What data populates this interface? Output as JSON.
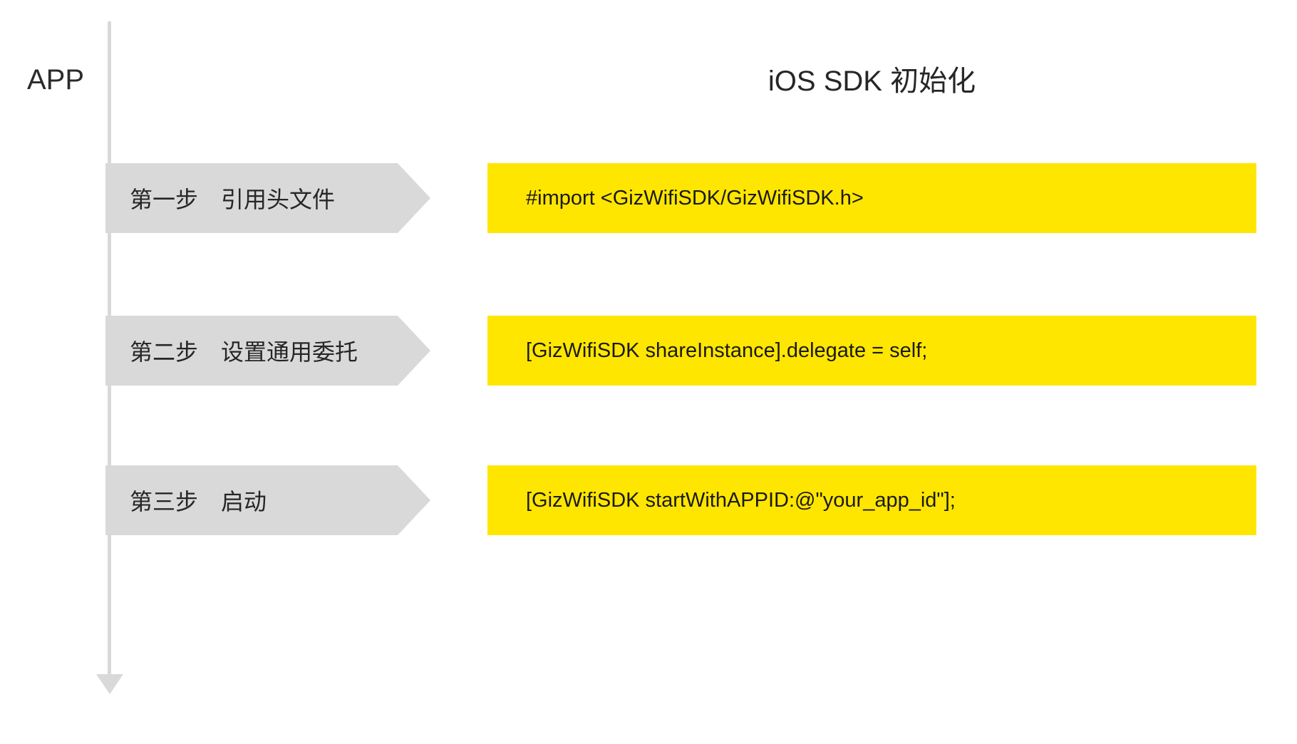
{
  "diagram": {
    "app_label": "APP",
    "title": "iOS SDK 初始化",
    "steps": [
      {
        "label": "第一步　引用头文件",
        "code": "#import <GizWifiSDK/GizWifiSDK.h>"
      },
      {
        "label": "第二步　设置通用委托",
        "code": "[GizWifiSDK shareInstance].delegate = self;"
      },
      {
        "label": "第三步　启动",
        "code": "[GizWifiSDK startWithAPPID:@\"your_app_id\"];"
      }
    ],
    "colors": {
      "highlight_yellow": "#FFE600",
      "arrow_gray": "#D9D9D9",
      "text_dark": "#262626"
    }
  }
}
